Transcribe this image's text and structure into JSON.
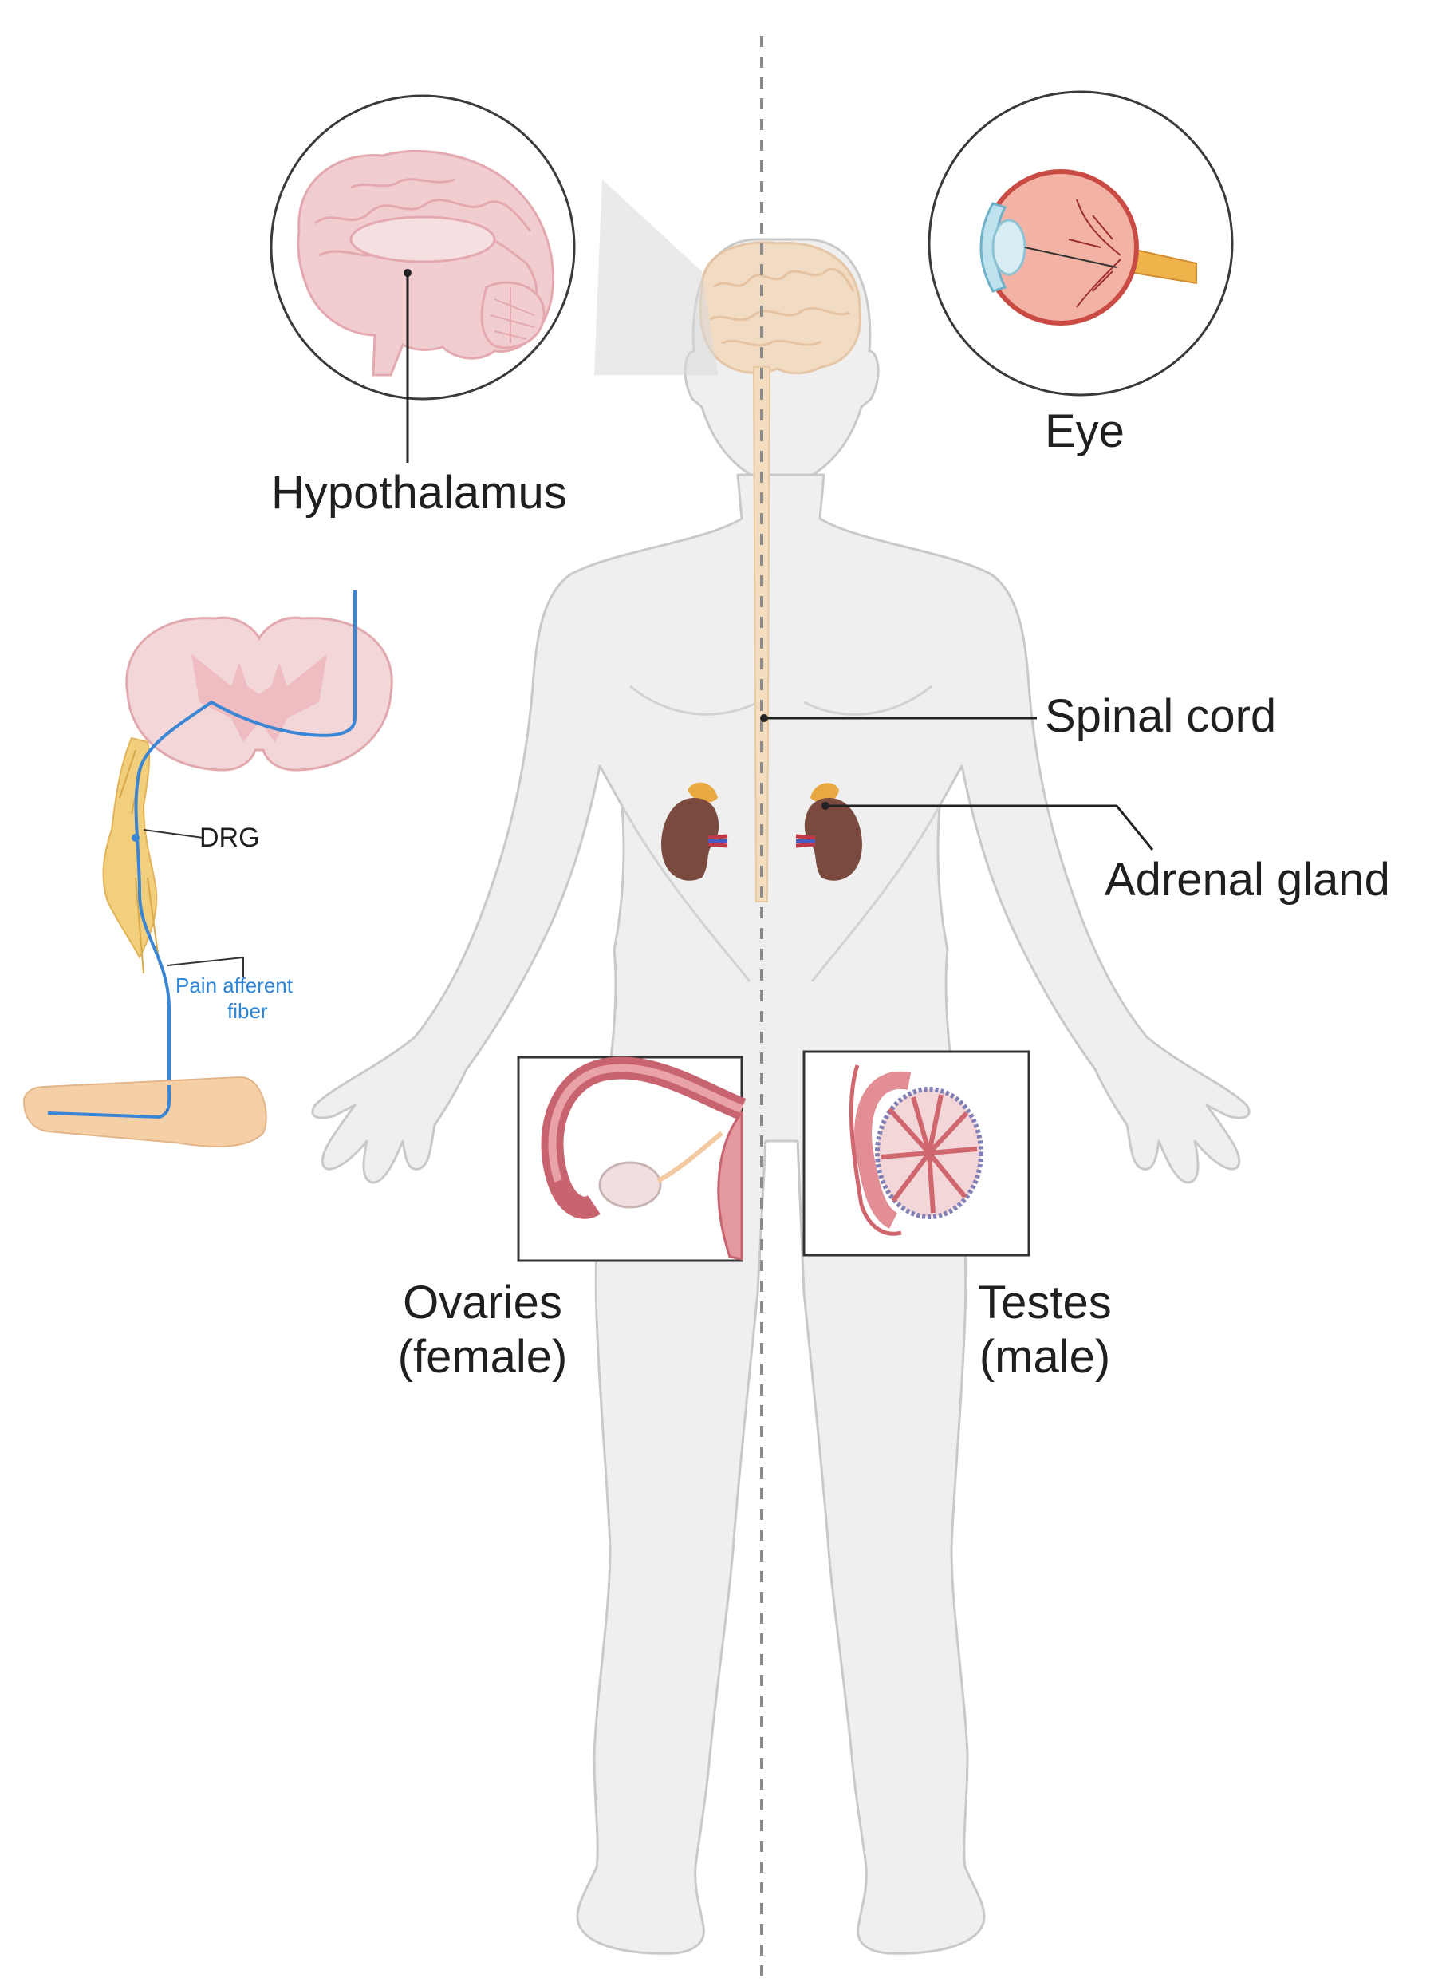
{
  "labels": {
    "hypothalamus": "Hypothalamus",
    "eye": "Eye",
    "spinal_cord": "Spinal cord",
    "adrenal_gland": "Adrenal gland",
    "drg": "DRG",
    "pain_afferent_line1": "Pain afferent",
    "pain_afferent_line2": "fiber",
    "ovaries_line1": "Ovaries",
    "ovaries_line2": "(female)",
    "testes_line1": "Testes",
    "testes_line2": "(male)"
  },
  "colors": {
    "body_fill": "#efefef",
    "body_outline": "#c9c9c9",
    "brain_pink": "#f1cdd0",
    "brain_line": "#e3a9ae",
    "spinal_cord": "#f3dcc0",
    "kidney": "#7a4a3f",
    "adrenal": "#e9a942",
    "nerve_blue": "#3a86d4",
    "drg_yellow": "#f2cf7d",
    "label_text": "#1f1f1f",
    "divider": "#8a8a8a"
  }
}
